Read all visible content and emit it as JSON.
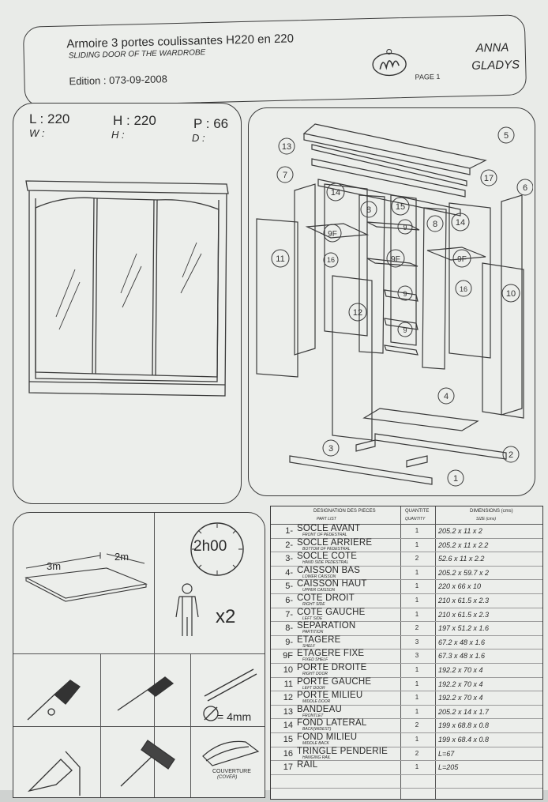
{
  "header": {
    "title": "Armoire 3 portes coulissantes H220 en 220",
    "subtitle": "SLIDING DOOR OF THE WARDROBE",
    "edition": "Edition : 073-09-2008",
    "page": "PAGE 1",
    "brand_line1": "ANNA",
    "brand_line2": "GLADYS"
  },
  "dimensions": {
    "width": "L : 220",
    "width_en": "W :",
    "height": "H : 220",
    "height_en": "H :",
    "depth": "P : 66",
    "depth_en": "D :"
  },
  "exploded": {
    "callouts": [
      "13",
      "5",
      "17",
      "7",
      "6",
      "14",
      "8",
      "15",
      "8",
      "14",
      "9",
      "9F",
      "9F",
      "9F",
      "11",
      "16",
      "9",
      "16",
      "10",
      "12",
      "9",
      "4",
      "3",
      "2",
      "1"
    ]
  },
  "requirements": {
    "floor_length": "3m",
    "floor_width": "2m",
    "assembly_time": "2h00",
    "people": "x2",
    "drill_diameter": "= 4mm",
    "cover_label": "COUVERTURE",
    "cover_label_en": "(COVER)"
  },
  "parts": {
    "headers": {
      "designation": "DESIGNATION DES PIECES",
      "designation_en": "PART LIST",
      "quantity": "QUANTITE",
      "quantity_en": "QUANTITY",
      "dimensions": "DIMENSIONS (cms)",
      "dimensions_en": "SIZE (cms)"
    },
    "rows": [
      {
        "num": "1-",
        "name": "SOCLE AVANT",
        "name_en": "FRONT OF PEDESTRAL",
        "qty": "1",
        "dim": "205.2 x 11 x 2"
      },
      {
        "num": "2-",
        "name": "SOCLE ARRIERE",
        "name_en": "BOTTOM OF PEDESTRAL",
        "qty": "1",
        "dim": "205.2 x 11 x 2.2"
      },
      {
        "num": "3-",
        "name": "SOCLE COTE",
        "name_en": "HAND SIDE PEDESTRAL",
        "qty": "2",
        "dim": "52.6 x 11 x 2.2"
      },
      {
        "num": "4-",
        "name": "CAISSON BAS",
        "name_en": "LOWER CAISSON",
        "qty": "1",
        "dim": "205.2 x 59.7 x 2"
      },
      {
        "num": "5-",
        "name": "CAISSON HAUT",
        "name_en": "UPPER CAISSON",
        "qty": "1",
        "dim": "220 x 66 x 10"
      },
      {
        "num": "6-",
        "name": "COTE DROIT",
        "name_en": "RIGHT SIDE",
        "qty": "1",
        "dim": "210 x 61.5 x 2.3"
      },
      {
        "num": "7-",
        "name": "COTE GAUCHE",
        "name_en": "LEFT SIDE",
        "qty": "1",
        "dim": "210 x 61.5 x 2.3"
      },
      {
        "num": "8-",
        "name": "SEPARATION",
        "name_en": "PARTITION",
        "qty": "2",
        "dim": "197 x 51.2 x 1.6"
      },
      {
        "num": "9-",
        "name": "ETAGERE",
        "name_en": "SHELF",
        "qty": "3",
        "dim": "67.2 x 48 x 1.6"
      },
      {
        "num": "9F",
        "name": "ETAGERE FIXE",
        "name_en": "FIXED SHELF",
        "qty": "3",
        "dim": "67.3 x 48 x 1.6"
      },
      {
        "num": "10",
        "name": "PORTE DROITE",
        "name_en": "RIGHT DOOR",
        "qty": "1",
        "dim": "192.2 x 70 x 4"
      },
      {
        "num": "11",
        "name": "PORTE GAUCHE",
        "name_en": "LEFT DOOR",
        "qty": "1",
        "dim": "192.2 x 70 x 4"
      },
      {
        "num": "12",
        "name": "PORTE MILIEU",
        "name_en": "MIDDLE DOOR",
        "qty": "1",
        "dim": "192.2 x 70 x 4"
      },
      {
        "num": "13",
        "name": "BANDEAU",
        "name_en": "FRONTLET",
        "qty": "1",
        "dim": "205.2 x 14 x 1.7"
      },
      {
        "num": "14",
        "name": "FOND LATERAL",
        "name_en": "BACK(WIDEST)",
        "qty": "2",
        "dim": "199 x 68.8 x 0.8"
      },
      {
        "num": "15",
        "name": "FOND MILIEU",
        "name_en": "MIDDLE BACK",
        "qty": "1",
        "dim": "199 x 68.4 x 0.8"
      },
      {
        "num": "16",
        "name": "TRINGLE PENDERIE",
        "name_en": "HANGING RAIL",
        "qty": "2",
        "dim": "L=67"
      },
      {
        "num": "17",
        "name": "RAIL",
        "name_en": "",
        "qty": "1",
        "dim": "L=205"
      },
      {
        "num": "",
        "name": "",
        "name_en": "",
        "qty": "",
        "dim": ""
      },
      {
        "num": "",
        "name": "",
        "name_en": "",
        "qty": "",
        "dim": ""
      }
    ]
  }
}
